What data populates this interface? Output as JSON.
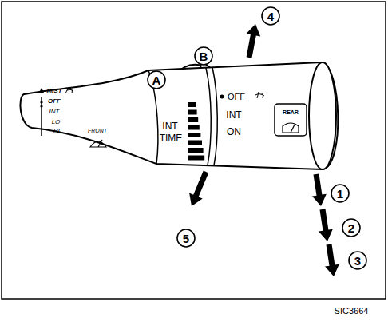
{
  "diagram": {
    "labels": [
      "MIST",
      "OFF",
      "INT",
      "LO",
      "HI",
      "FRONT",
      "INT",
      "TIME",
      "OFF",
      "INT",
      "ON",
      "REAR",
      "A",
      "B",
      "4",
      "1",
      "2",
      "3",
      "5",
      "SIC3664"
    ]
  }
}
